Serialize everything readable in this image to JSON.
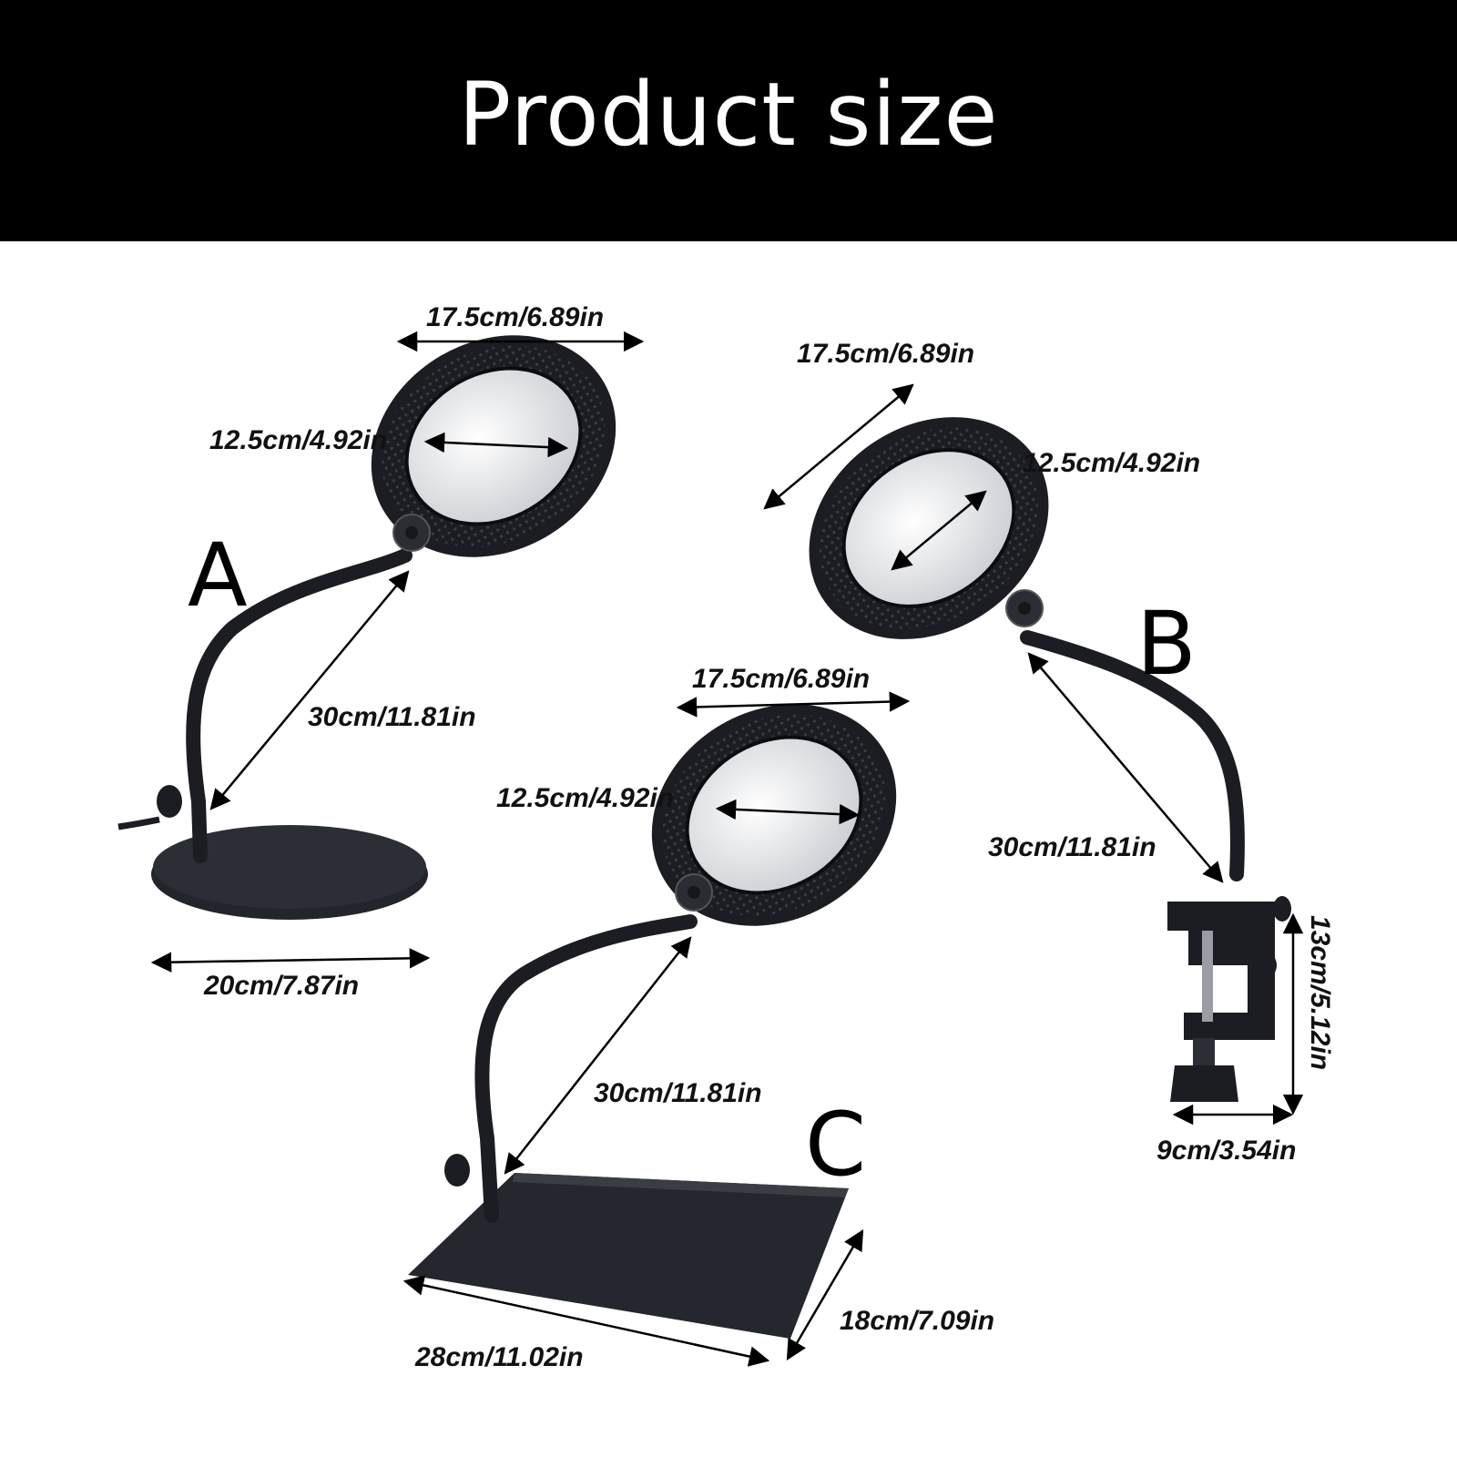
{
  "header": {
    "title": "Product size"
  },
  "variants": {
    "a": {
      "label": "A",
      "head_width": "17.5cm/6.89in",
      "lens_diameter": "12.5cm/4.92in",
      "neck_length": "30cm/11.81in",
      "base_diameter": "20cm/7.87in"
    },
    "b": {
      "label": "B",
      "head_width": "17.5cm/6.89in",
      "lens_diameter": "12.5cm/4.92in",
      "neck_length": "30cm/11.81in",
      "clamp_height": "13cm/5.12in",
      "clamp_width": "9cm/3.54in"
    },
    "c": {
      "label": "C",
      "head_width": "17.5cm/6.89in",
      "lens_diameter": "12.5cm/4.92in",
      "neck_length": "30cm/11.81in",
      "base_length": "28cm/11.02in",
      "base_width": "18cm/7.09in"
    }
  },
  "colors": {
    "header_bg": "#000000",
    "header_text": "#ffffff",
    "product": "#1b1d22",
    "lens": "#e9ebee"
  }
}
